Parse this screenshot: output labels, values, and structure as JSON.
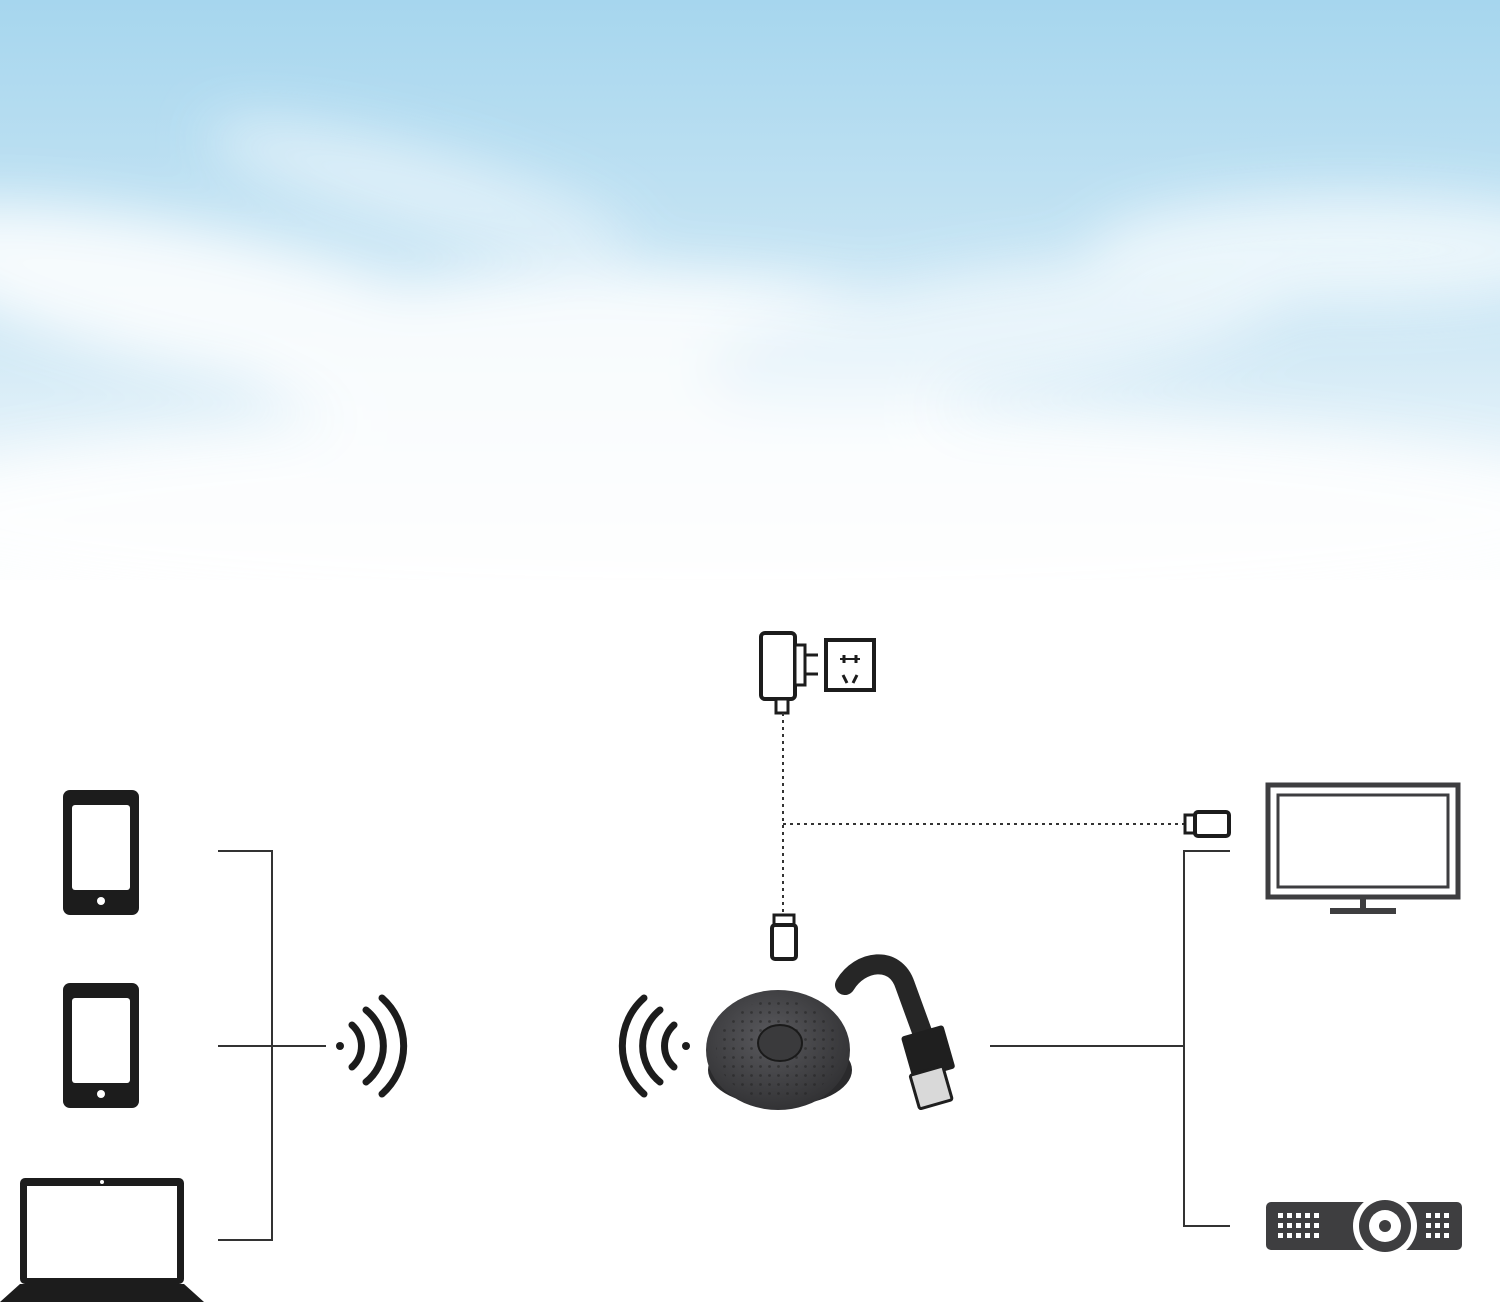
{
  "scene": {
    "background": "sky-with-clouds",
    "sky_top_color": "#a6d6ee",
    "sky_mid_color": "#cfe8f5",
    "ground_color": "#ffffff",
    "line_color": "#333333",
    "icon_color": "#1c1c1c",
    "device_color": "#3e3e40"
  },
  "sources": [
    {
      "id": "phone-top",
      "icon": "smartphone-icon"
    },
    {
      "id": "phone-bottom",
      "icon": "smartphone-icon"
    },
    {
      "id": "laptop",
      "icon": "laptop-icon"
    }
  ],
  "wireless": {
    "outgoing_icon": "wifi-signal-right-icon",
    "incoming_icon": "wifi-signal-left-icon"
  },
  "adapter": {
    "icon": "wireless-display-dongle-icon",
    "connector": "hdmi-plug-icon"
  },
  "power": {
    "adapter_icon": "power-adapter-icon",
    "socket_icon": "wall-socket-icon",
    "cable_plug_icon": "usb-plug-icon",
    "hdmi_side_plug_icon": "usb-plug-icon"
  },
  "outputs": [
    {
      "id": "tv",
      "icon": "tv-monitor-icon"
    },
    {
      "id": "projector",
      "icon": "projector-icon"
    }
  ]
}
